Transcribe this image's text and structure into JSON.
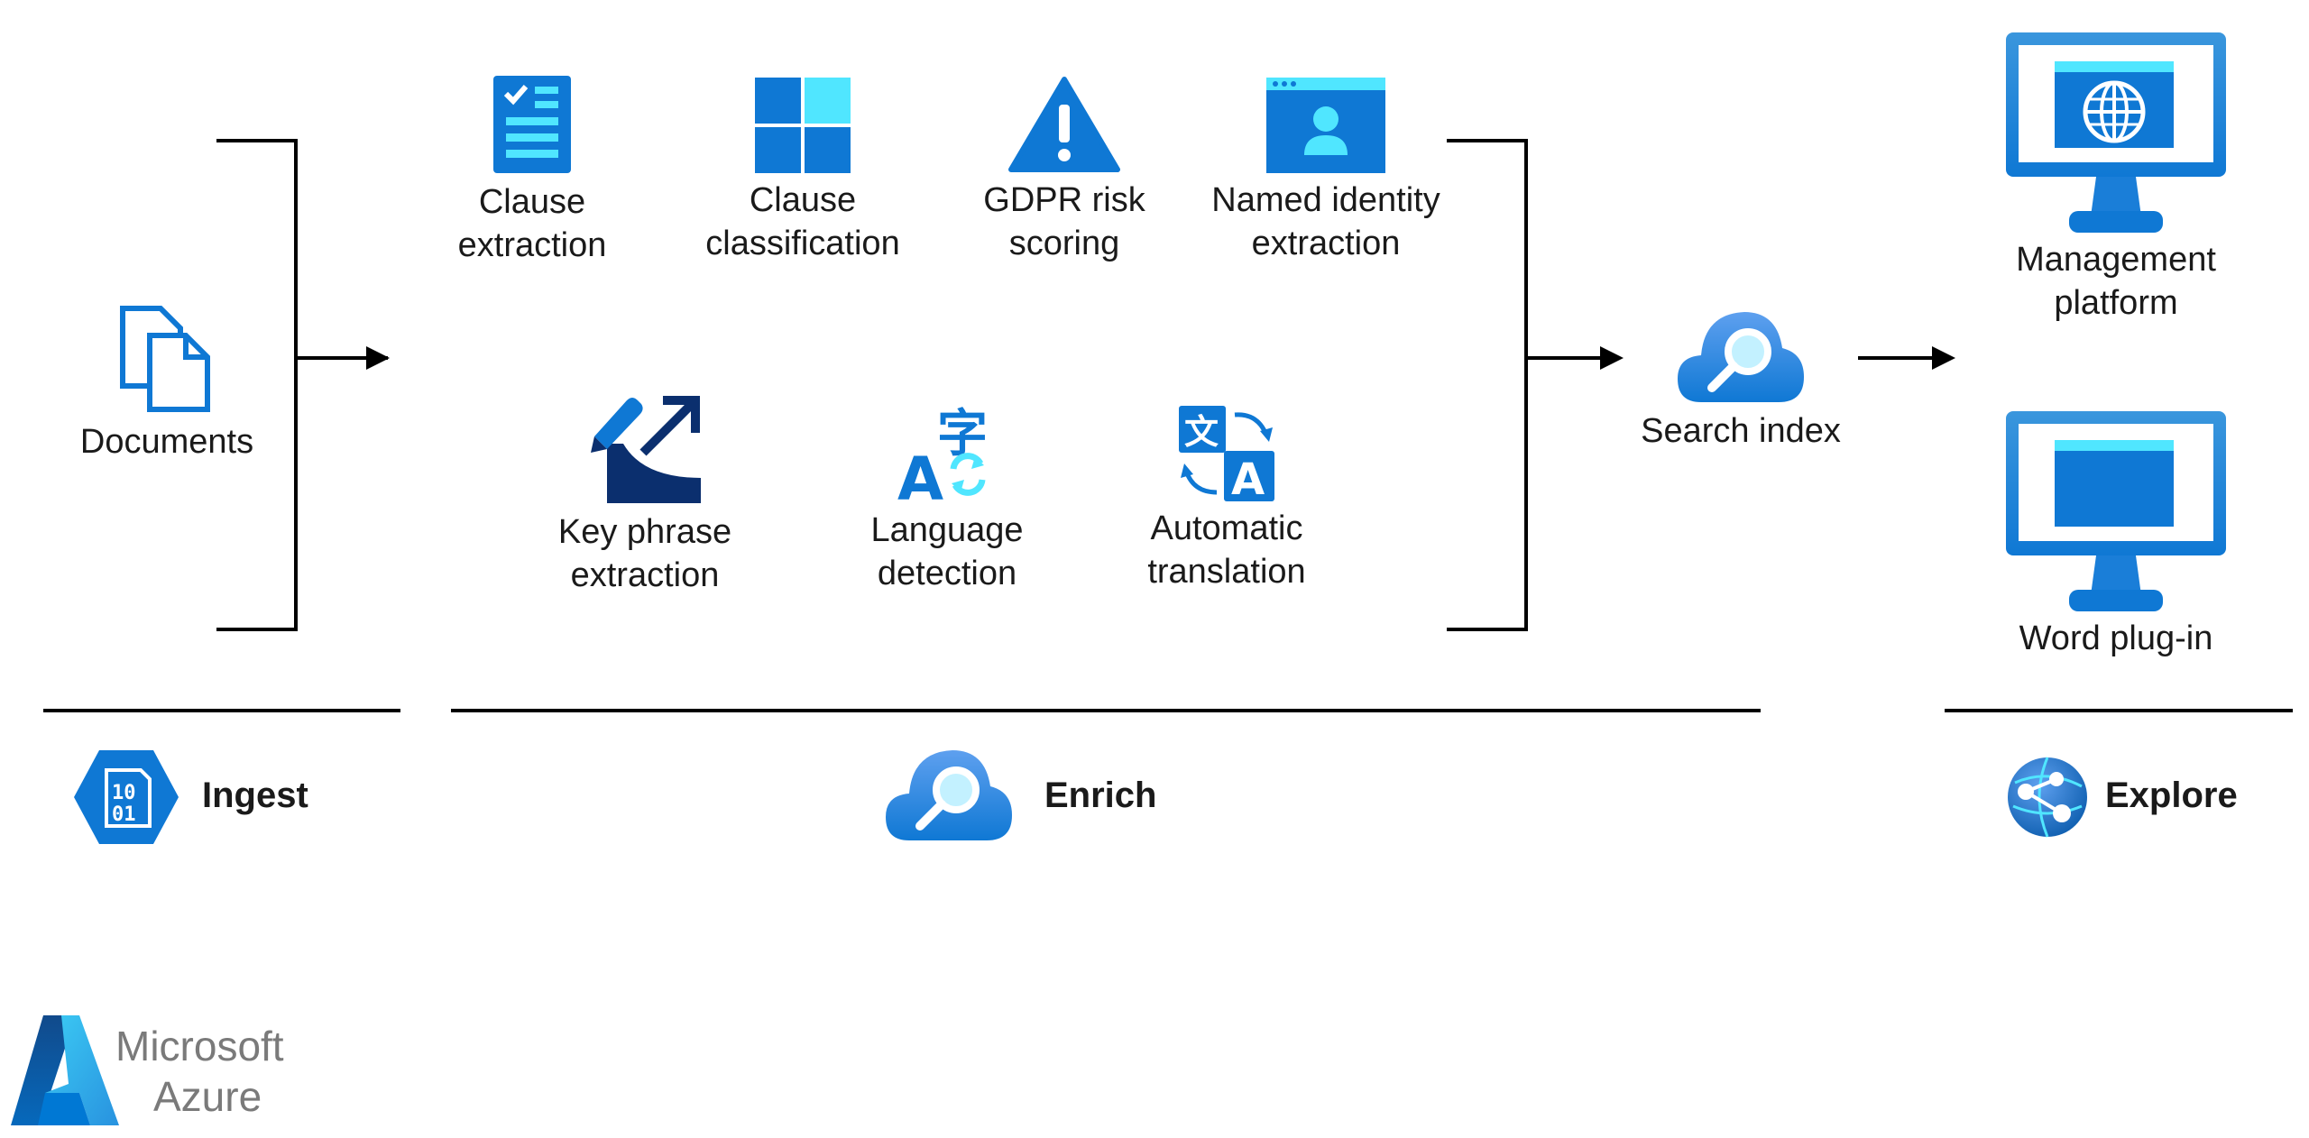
{
  "colors": {
    "line": "#000000",
    "azure_blue": "#0f78d4",
    "azure_light": "#50e6ff",
    "azure_dark": "#0b2f6e",
    "brand_gray": "#7a7a7a"
  },
  "ingest": {
    "documents": {
      "label": "Documents",
      "icon": "documents-icon"
    },
    "stage_label": "Ingest",
    "stage_icon": "binary-hexagon-icon"
  },
  "enrich": {
    "stage_label": "Enrich",
    "stage_icon": "cognitive-search-icon",
    "skills": [
      {
        "label": "Clause\nextraction",
        "icon": "checklist-icon"
      },
      {
        "label": "Clause\nclassification",
        "icon": "tiles-icon"
      },
      {
        "label": "GDPR risk\nscoring",
        "icon": "warning-icon"
      },
      {
        "label": "Named identity\nextraction",
        "icon": "identity-window-icon"
      },
      {
        "label": "Key phrase\nextraction",
        "icon": "key-phrase-icon"
      },
      {
        "label": "Language\ndetection",
        "icon": "language-detect-icon"
      },
      {
        "label": "Automatic\ntranslation",
        "icon": "translate-icon"
      }
    ],
    "search_index": {
      "label": "Search index",
      "icon": "search-cloud-icon"
    }
  },
  "explore": {
    "stage_label": "Explore",
    "stage_icon": "web-app-icon",
    "targets": [
      {
        "label": "Management\nplatform",
        "icon": "monitor-globe-icon"
      },
      {
        "label": "Word plug-in",
        "icon": "monitor-icon"
      }
    ]
  },
  "brand": {
    "line1": "Microsoft",
    "line2": "Azure",
    "icon": "azure-logo-icon"
  }
}
